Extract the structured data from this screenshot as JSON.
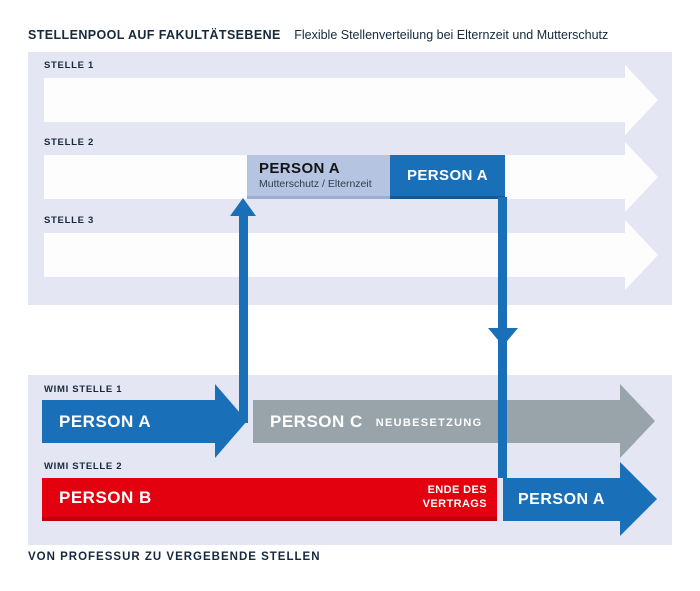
{
  "header": {
    "title": "STELLENPOOL AUF FAKULTÄTSEBENE",
    "subtitle": "Flexible Stellenverteilung bei Elternzeit und Mutterschutz"
  },
  "colors": {
    "panel_bg": "#e4e7f3",
    "accent_blue": "#1a70b8",
    "light_blue": "#b5c4e0",
    "gray": "#98a3aa",
    "red": "#e3000f",
    "navy_text": "#16293d",
    "white": "#fdfdfe"
  },
  "top_panel": {
    "rows": [
      {
        "label": "STELLE 1"
      },
      {
        "label": "STELLE 2"
      },
      {
        "label": "STELLE 3"
      }
    ],
    "stelle2_overlay": {
      "light_box": {
        "title": "PERSON A",
        "subtitle": "Mutterschutz / Elternzeit"
      },
      "blue_box": {
        "title": "PERSON A"
      }
    }
  },
  "bottom_panel": {
    "wimi1": {
      "label": "WIMI STELLE 1",
      "blue_arrow_label": "PERSON A",
      "gray_arrow": {
        "title": "PERSON C",
        "subtitle": "NEUBESETZUNG"
      }
    },
    "wimi2": {
      "label": "WIMI STELLE 2",
      "red_bar": {
        "title": "PERSON B",
        "end_note": "ENDE DES VERTRAGS"
      },
      "blue_arrow_label": "PERSON A"
    }
  },
  "footer": {
    "caption": "VON PROFESSUR ZU VERGEBENDE STELLEN"
  }
}
